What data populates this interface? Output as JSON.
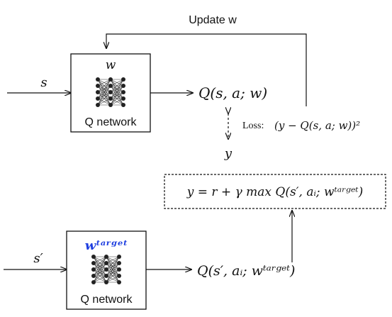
{
  "colors": {
    "ink": "#111111",
    "accent_blue": "#1f3fe0",
    "background": "#ffffff"
  },
  "top_network": {
    "input_label": "s",
    "weight_label": "w",
    "box_label": "Q network",
    "output_label": "Q(s, a; w)",
    "icon": "neural-network-icon"
  },
  "update_label": "Update w",
  "loss_label": "Loss:",
  "loss_formula": "(y − Q(s, a; w))²",
  "target_label": "y",
  "target_formula": "y = r + γ max Q(s′, aᵢ; wᵗᵃʳᵍᵉᵗ)",
  "bottom_network": {
    "input_label": "s′",
    "weight_label": "wᵗᵃʳᵍᵉᵗ",
    "box_label": "Q network",
    "output_label": "Q(s′, aᵢ; wᵗᵃʳᵍᵉᵗ)",
    "icon": "neural-network-icon"
  }
}
